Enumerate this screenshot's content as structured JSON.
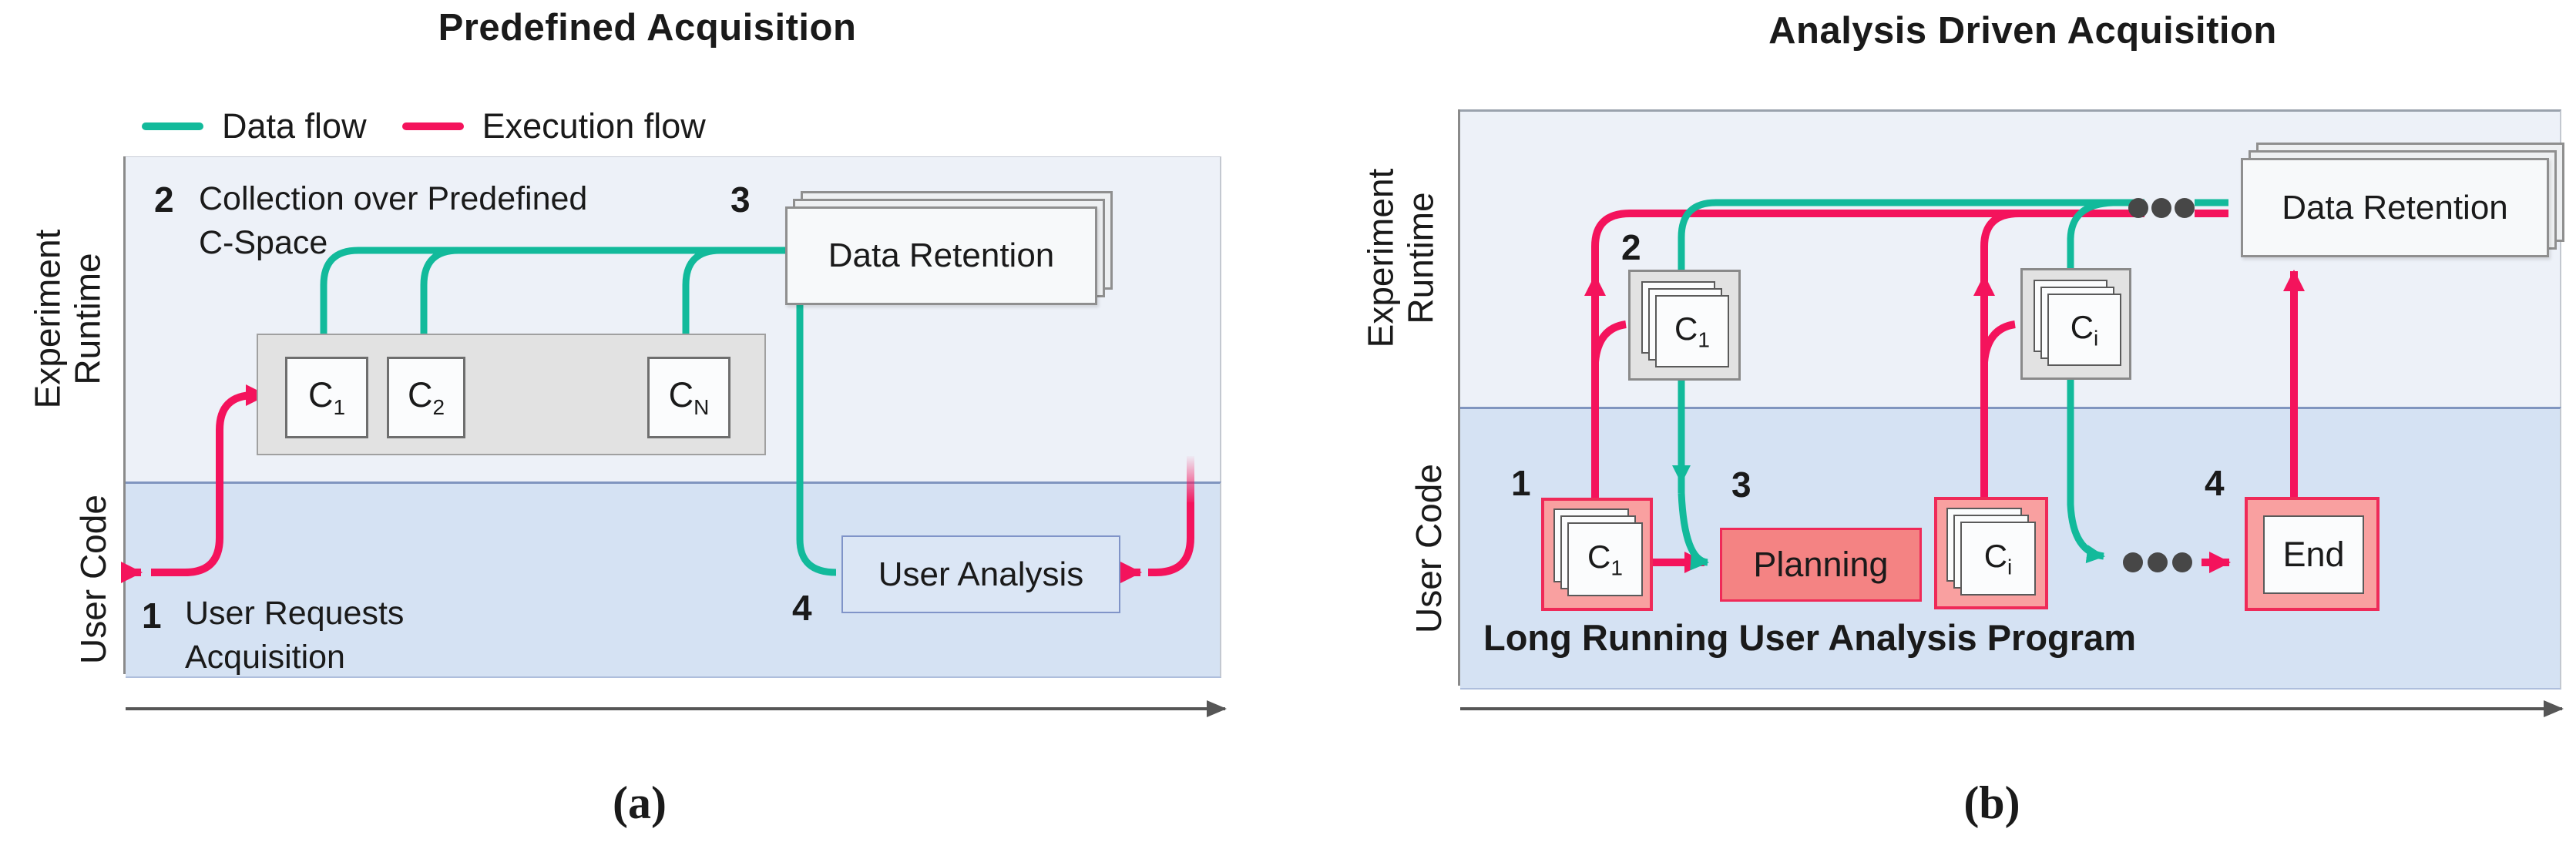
{
  "colors": {
    "teal": "#12ba9b",
    "pink": "#f4135c",
    "zone-top": "#edf1f8",
    "zone-user": "#d5e2f3",
    "planning-fill": "#f48383",
    "pink-frame": "#f9a0a0",
    "pink-frame-border": "#ef2a58",
    "ua-fill": "#dbe6f5",
    "ua-border": "#8094c8"
  },
  "legend": {
    "data_flow": "Data flow",
    "execution_flow": "Execution flow"
  },
  "panel_a": {
    "title": "Predefined Acquisition",
    "caption": "(a)",
    "axis_runtime_line1": "Experiment",
    "axis_runtime_line2": "Runtime",
    "axis_user": "User Code",
    "step1_num": "1",
    "step1_line1": "User Requests",
    "step1_line2": "Acquisition",
    "step2_num": "2",
    "step2_line1": "Collection over Predefined",
    "step2_line2": "C-Space",
    "step3_num": "3",
    "step4_num": "4",
    "data_retention": "Data Retention",
    "c1_base": "C",
    "c1_sub": "1",
    "c2_base": "C",
    "c2_sub": "2",
    "cn_base": "C",
    "cn_sub": "N",
    "user_analysis": "User Analysis"
  },
  "panel_b": {
    "title": "Analysis Driven Acquisition",
    "caption": "(b)",
    "axis_runtime_line1": "Experiment",
    "axis_runtime_line2": "Runtime",
    "axis_user": "User Code",
    "step1_num": "1",
    "step2_num": "2",
    "step3_num": "3",
    "step4_num": "4",
    "data_retention": "Data Retention",
    "runtime_c1_base": "C",
    "runtime_c1_sub": "1",
    "runtime_ci_base": "C",
    "runtime_ci_sub": "i",
    "user_c1_base": "C",
    "user_c1_sub": "1",
    "user_ci_base": "C",
    "user_ci_sub": "i",
    "planning": "Planning",
    "end": "End",
    "long_running": "Long Running User Analysis Program"
  }
}
